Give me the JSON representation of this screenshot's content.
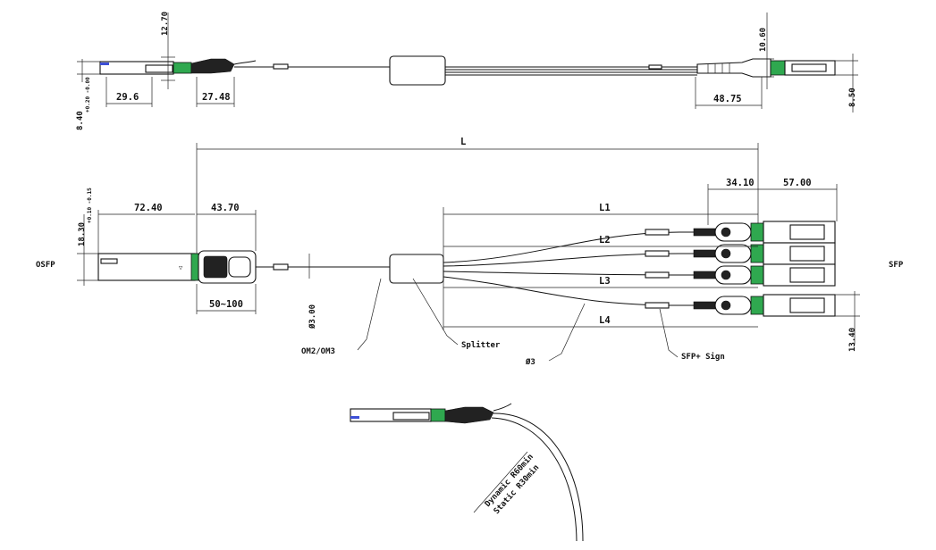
{
  "labels": {
    "top_12_70": "12.70",
    "top_10_60": "10.60",
    "top_8_40": "8.40",
    "top_8_40_tol": "+0.20 -0.00",
    "top_29_6": "29.6",
    "top_27_48": "27.48",
    "top_48_75": "48.75",
    "top_8_50": "8.50",
    "L": "L",
    "d_34_10": "34.10",
    "d_57_00": "57.00",
    "d_72_40": "72.40",
    "d_43_70": "43.70",
    "d_18_30": "18.30",
    "d_18_30_tol": "+0.10 -0.15",
    "L1": "L1",
    "L2": "L2",
    "L3": "L3",
    "L4": "L4",
    "osfp": "OSFP",
    "sfp": "SFP",
    "d_50_100": "50~100",
    "dia_3_00": "Ø3.00",
    "om2_om3": "OM2/OM3",
    "splitter": "Splitter",
    "dia_3": "Ø3",
    "sfp_sign": "SFP+ Sign",
    "d_13_40": "13.40",
    "bend_dynamic": "Dynamic R60min",
    "bend_static": "Static R30min"
  },
  "colors": {
    "line": "#111111",
    "latch_green": "#2fa84f",
    "pull_tab_blue": "#3d4fd6"
  }
}
